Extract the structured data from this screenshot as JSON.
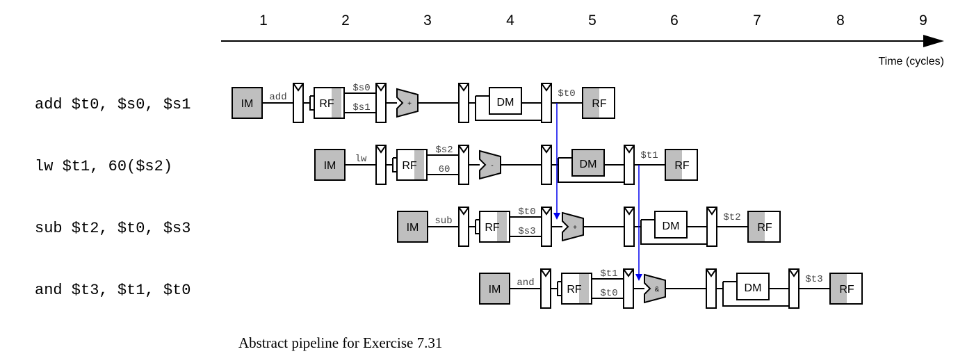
{
  "cycles": [
    "1",
    "2",
    "3",
    "4",
    "5",
    "6",
    "7",
    "8",
    "9"
  ],
  "time_label": "Time (cycles)",
  "caption": "Abstract pipeline for Exercise 7.31",
  "blocks": {
    "im": "IM",
    "rf": "RF",
    "dm": "DM"
  },
  "colors": {
    "shade": "#bfbfbf",
    "forward": "#0000ee",
    "line": "#000000"
  },
  "instructions": [
    {
      "text": "add $t0, $s0, $s1",
      "op_label": "add",
      "src_a": "$s0",
      "src_b": "$s1",
      "alu_op": "+",
      "dest": "$t0",
      "uses_dm": false
    },
    {
      "text": "lw $t1, 60($s2)",
      "op_label": "lw",
      "src_a": "$s2",
      "src_b": "60",
      "alu_op": "-",
      "dest": "$t1",
      "uses_dm": true
    },
    {
      "text": "sub $t2, $t0, $s3",
      "op_label": "sub",
      "src_a": "$t0",
      "src_b": "$s3",
      "alu_op": "+",
      "dest": "$t2",
      "uses_dm": false
    },
    {
      "text": "and $t3, $t1, $t0",
      "op_label": "and",
      "src_a": "$t1",
      "src_b": "$t0",
      "alu_op": "&",
      "dest": "$t3",
      "uses_dm": false
    }
  ]
}
